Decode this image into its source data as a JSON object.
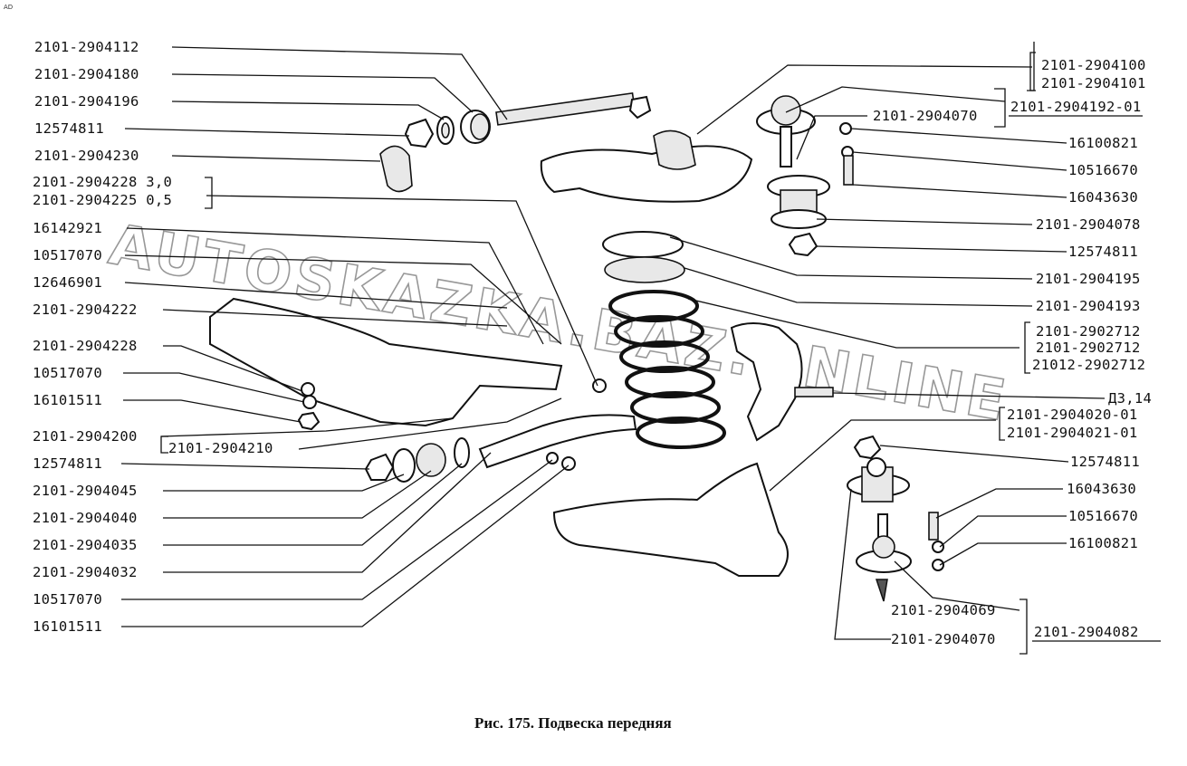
{
  "corner_mark": "AD",
  "watermark": "AUTOSKAZKA.BAZ.ONLINE",
  "caption": "Рис. 175. Подвеска передняя",
  "labels_left": [
    "2101-2904112",
    "2101-2904180",
    "2101-2904196",
    "12574811",
    "2101-2904230",
    "2101-2904228 3,0",
    "2101-2904225 0,5",
    "16142921",
    "10517070",
    "12646901",
    "2101-2904222",
    "2101-2904228",
    "10517070",
    "16101511",
    "2101-2904200",
    "2101-2904210",
    "12574811",
    "2101-2904045",
    "2101-2904040",
    "2101-2904035",
    "2101-2904032",
    "10517070",
    "16101511"
  ],
  "labels_right": [
    "2101-2904100",
    "2101-2904101",
    "2101-2904070",
    "2101-2904192-01",
    "16100821",
    "10516670",
    "16043630",
    "2101-2904078",
    "12574811",
    "2101-2904195",
    "2101-2904193",
    "2101-2902712",
    "2101-2902712",
    "21012-2902712",
    "Д3,14",
    "2101-2904020-01",
    "2101-2904021-01",
    "12574811",
    "16043630",
    "10516670",
    "16100821",
    "2101-2904069",
    "2101-2904070",
    "2101-2904082"
  ]
}
